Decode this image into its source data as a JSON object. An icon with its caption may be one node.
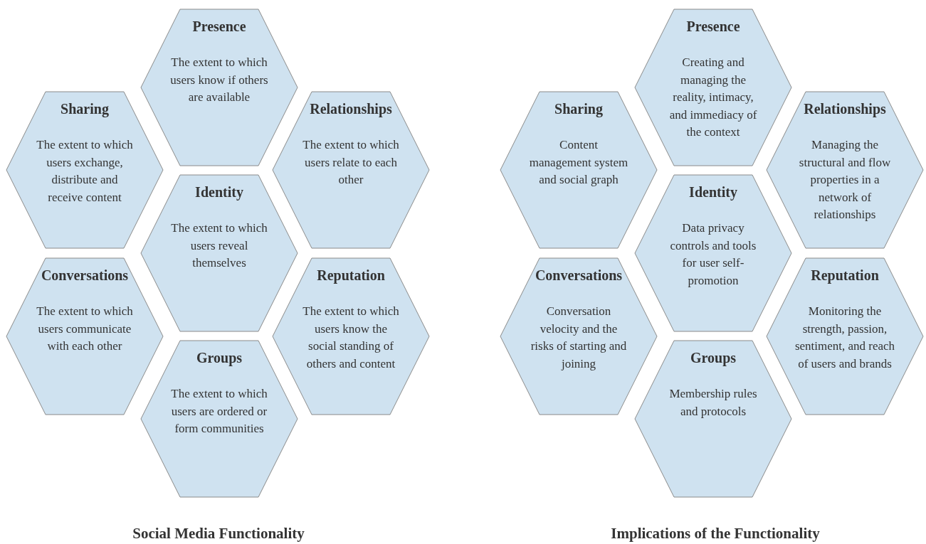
{
  "diagram": {
    "nodes": [
      {
        "text": [
          "Presence",
          "The extent to which users know if others are available"
        ]
      },
      {
        "text": [
          "Sharing",
          "The extent to which users exchange, distribute and receive content"
        ]
      },
      {
        "text": [
          "Relationships",
          "The extent to which users relate to each other"
        ]
      },
      {
        "text": [
          "Identity",
          "The extent to which users reveal themselves"
        ]
      },
      {
        "text": [
          "Conversations",
          "The extent to which users communicate with each other"
        ]
      },
      {
        "text": [
          "Reputation",
          "The extent to which users know the social standing of others and content"
        ]
      },
      {
        "text": [
          "Groups",
          "The extent to which users are ordered or form communities"
        ]
      },
      {
        "text": [
          "Presence",
          "Creating and managing the reality, intimacy, and immediacy of the context"
        ]
      },
      {
        "text": [
          "Sharing",
          "Content management system and social graph"
        ]
      },
      {
        "text": [
          "Relationships",
          "Managing the structural and flow properties in a network of relationships"
        ]
      },
      {
        "text": [
          "Identity",
          "Data privacy controls and tools for user self-promotion"
        ]
      },
      {
        "text": [
          "Conversations",
          "Conversation velocity and the risks of starting and joining"
        ]
      },
      {
        "text": [
          "Reputation",
          "Monitoring the strength, passion, sentiment, and reach of users and brands"
        ]
      },
      {
        "text": [
          "Groups",
          "Membership rules and protocols"
        ]
      }
    ],
    "labels": [
      "Social Media Functionality",
      "Implications of the Functionality"
    ]
  }
}
